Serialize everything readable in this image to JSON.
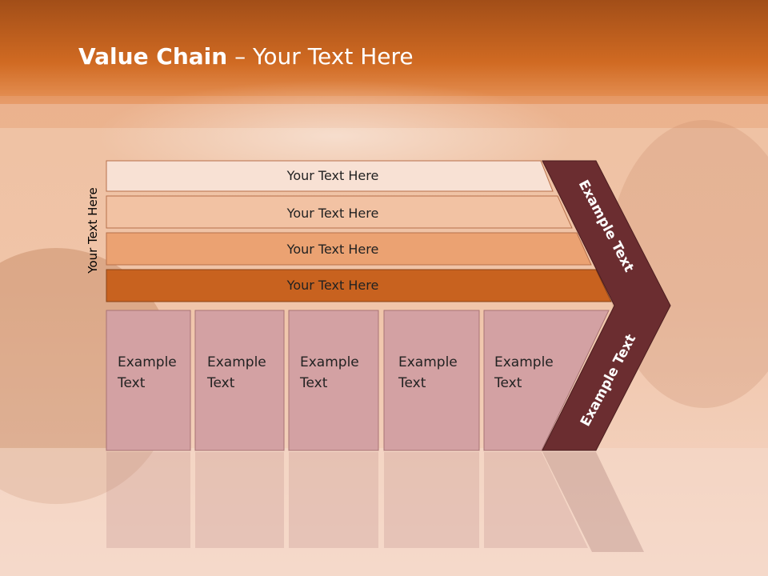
{
  "slide": {
    "title_bold": "Value Chain",
    "title_rest": " – Your Text Here"
  },
  "diagram": {
    "vertical_label": "Your Text Here",
    "rows": [
      {
        "label": "Your Text Here",
        "color": "#f8e1d4"
      },
      {
        "label": "Your Text Here",
        "color": "#f2c2a3"
      },
      {
        "label": "Your Text Here",
        "color": "#eba272"
      },
      {
        "label": "Your Text Here",
        "color": "#c8621f"
      }
    ],
    "columns": [
      {
        "line1": "Example",
        "line2": "Text"
      },
      {
        "line1": "Example",
        "line2": "Text"
      },
      {
        "line1": "Example",
        "line2": "Text"
      },
      {
        "line1": "Example",
        "line2": "Text"
      },
      {
        "line1": "Example",
        "line2": "Text"
      }
    ],
    "chevron_top_label": "Example Text",
    "chevron_bottom_label": "Example Text",
    "colors": {
      "column_fill": "#d3a1a3",
      "chevron_fill": "#6b2d30",
      "header_band": "#c8621f"
    }
  }
}
